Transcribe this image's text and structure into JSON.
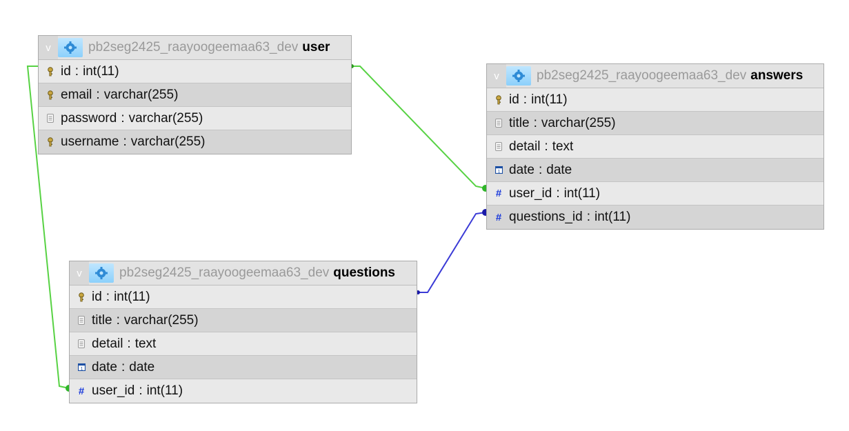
{
  "tables": {
    "user": {
      "db": "pb2seg2425_raayoogeemaa63_dev",
      "name": "user",
      "columns": [
        {
          "name": "id",
          "type": "int(11)",
          "icon": "key-icon"
        },
        {
          "name": "email",
          "type": "varchar(255)",
          "icon": "key-icon"
        },
        {
          "name": "password",
          "type": "varchar(255)",
          "icon": "text-icon"
        },
        {
          "name": "username",
          "type": "varchar(255)",
          "icon": "key-icon"
        }
      ]
    },
    "answers": {
      "db": "pb2seg2425_raayoogeemaa63_dev",
      "name": "answers",
      "columns": [
        {
          "name": "id",
          "type": "int(11)",
          "icon": "key-icon"
        },
        {
          "name": "title",
          "type": "varchar(255)",
          "icon": "text-icon"
        },
        {
          "name": "detail",
          "type": "text",
          "icon": "text-icon"
        },
        {
          "name": "date",
          "type": "date",
          "icon": "calendar-icon"
        },
        {
          "name": "user_id",
          "type": "int(11)",
          "icon": "number-icon"
        },
        {
          "name": "questions_id",
          "type": "int(11)",
          "icon": "number-icon"
        }
      ]
    },
    "questions": {
      "db": "pb2seg2425_raayoogeemaa63_dev",
      "name": "questions",
      "columns": [
        {
          "name": "id",
          "type": "int(11)",
          "icon": "key-icon"
        },
        {
          "name": "title",
          "type": "varchar(255)",
          "icon": "text-icon"
        },
        {
          "name": "detail",
          "type": "text",
          "icon": "text-icon"
        },
        {
          "name": "date",
          "type": "date",
          "icon": "calendar-icon"
        },
        {
          "name": "user_id",
          "type": "int(11)",
          "icon": "number-icon"
        }
      ]
    }
  },
  "toggle_label": "v",
  "colors": {
    "relation_green": "#57d243",
    "relation_blue": "#3a3ad6",
    "header_gear": "#2e8bd6"
  }
}
